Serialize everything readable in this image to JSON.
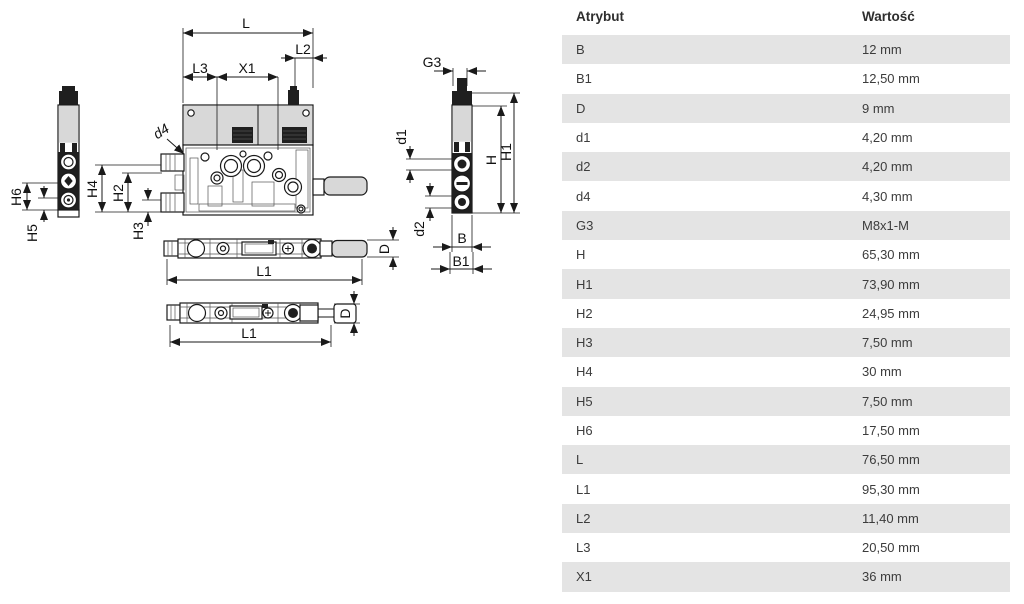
{
  "colors": {
    "row_stripe": "#e4e4e4",
    "header_text": "#2e2e2e",
    "cell_text": "#3c3c3c",
    "drawing_line": "#1a1a1a",
    "drawing_fill_light": "#d8d8d8",
    "drawing_fill_dark": "#1f1f1f"
  },
  "drawing": {
    "labels": {
      "L": "L",
      "L1": "L1",
      "L2": "L2",
      "L3": "L3",
      "X1": "X1",
      "d1": "d1",
      "d2": "d2",
      "d4": "d4",
      "G3": "G3",
      "H": "H",
      "H1": "H1",
      "H2": "H2",
      "H3": "H3",
      "H4": "H4",
      "H5": "H5",
      "H6": "H6",
      "B": "B",
      "B1": "B1",
      "D": "D"
    }
  },
  "table": {
    "columns": [
      "Atrybut",
      "Wartość"
    ],
    "rows": [
      {
        "attr": "B",
        "value": "12 mm"
      },
      {
        "attr": "B1",
        "value": "12,50 mm"
      },
      {
        "attr": "D",
        "value": "9 mm"
      },
      {
        "attr": "d1",
        "value": "4,20 mm"
      },
      {
        "attr": "d2",
        "value": "4,20 mm"
      },
      {
        "attr": "d4",
        "value": "4,30 mm"
      },
      {
        "attr": "G3",
        "value": "M8x1-M"
      },
      {
        "attr": "H",
        "value": "65,30 mm"
      },
      {
        "attr": "H1",
        "value": "73,90 mm"
      },
      {
        "attr": "H2",
        "value": "24,95 mm"
      },
      {
        "attr": "H3",
        "value": "7,50 mm"
      },
      {
        "attr": "H4",
        "value": "30 mm"
      },
      {
        "attr": "H5",
        "value": "7,50 mm"
      },
      {
        "attr": "H6",
        "value": "17,50 mm"
      },
      {
        "attr": "L",
        "value": "76,50 mm"
      },
      {
        "attr": "L1",
        "value": "95,30 mm"
      },
      {
        "attr": "L2",
        "value": "11,40 mm"
      },
      {
        "attr": "L3",
        "value": "20,50 mm"
      },
      {
        "attr": "X1",
        "value": "36 mm"
      }
    ]
  }
}
